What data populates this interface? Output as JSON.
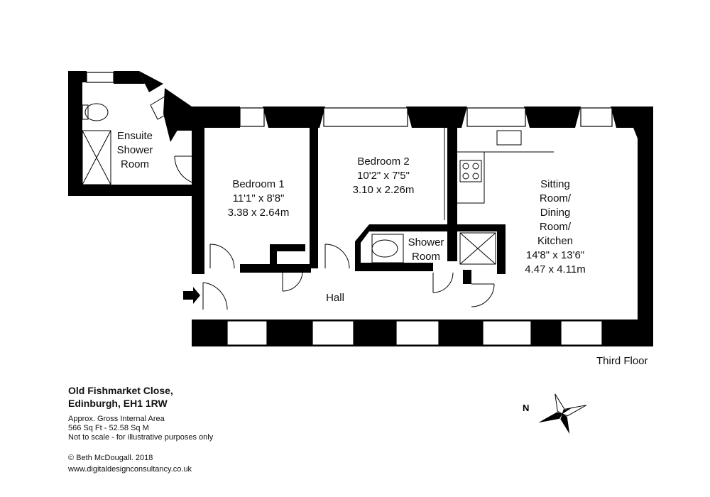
{
  "floor_label": "Third Floor",
  "address": {
    "line1": "Old Fishmarket Close,",
    "line2": "Edinburgh, EH1 1RW"
  },
  "area": {
    "heading": "Approx. Gross Internal Area",
    "value": "566 Sq Ft - 52.58 Sq M",
    "disclaimer": "Not to scale - for illustrative purposes only"
  },
  "copyright": "© Beth McDougall. 2018",
  "website": "www.digitaldesignconsultancy.co.uk",
  "compass_label": "N",
  "rooms": {
    "ensuite": {
      "line1": "Ensuite",
      "line2": "Shower",
      "line3": "Room"
    },
    "bedroom1": {
      "name": "Bedroom 1",
      "imperial": "11'1\" x 8'8\"",
      "metric": "3.38 x 2.64m"
    },
    "bedroom2": {
      "name": "Bedroom 2",
      "imperial": "10'2\" x 7'5\"",
      "metric": "3.10 x 2.26m"
    },
    "shower": {
      "line1": "Shower",
      "line2": "Room"
    },
    "sitting": {
      "line1": "Sitting",
      "line2": "Room/",
      "line3": "Dining",
      "line4": "Room/",
      "line5": "Kitchen",
      "imperial": "14'8\" x 13'6\"",
      "metric": "4.47 x 4.11m"
    },
    "hall": "Hall"
  }
}
